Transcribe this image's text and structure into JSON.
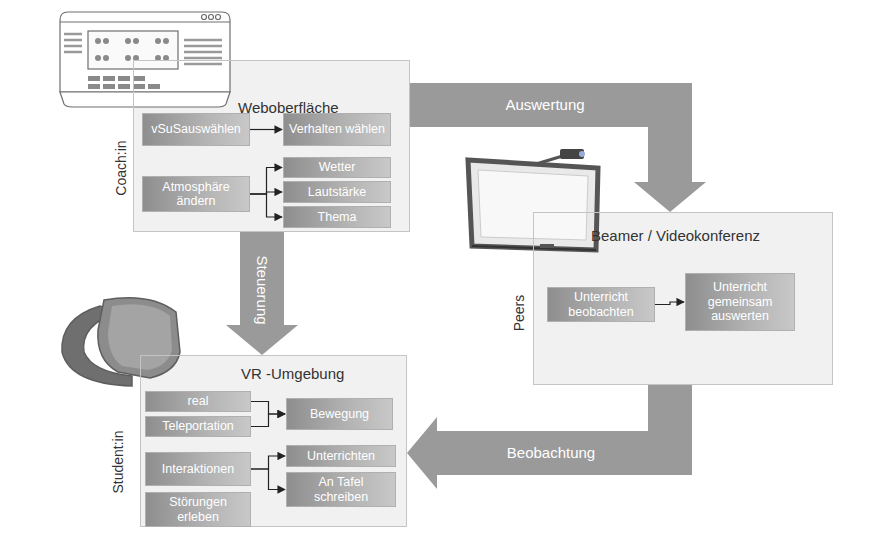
{
  "diagram": {
    "nodes": [
      {
        "text": [
          "Weboberfläche",
          "Coach:in"
        ]
      },
      {
        "text": [
          "vSuSauswählen"
        ],
        "in": 0
      },
      {
        "text": [
          "Verhalten wählen"
        ],
        "in": 0
      },
      {
        "text": [
          "Atmosphäre ändern"
        ],
        "in": 0
      },
      {
        "text": [
          "Wetter"
        ],
        "in": 0
      },
      {
        "text": [
          "Lautstärke"
        ],
        "in": 0
      },
      {
        "text": [
          "Thema"
        ],
        "in": 0
      },
      {
        "text": [
          "Beamer / Videokonferenz",
          "Peers"
        ]
      },
      {
        "text": [
          "Unterricht beobachten"
        ],
        "in": 7
      },
      {
        "text": [
          "Unterricht gemeinsam auswerten"
        ],
        "in": 7
      },
      {
        "text": [
          "VR -Umgebung",
          "Student:in"
        ]
      },
      {
        "text": [
          "real"
        ],
        "in": 10
      },
      {
        "text": [
          "Teleportation"
        ],
        "in": 10
      },
      {
        "text": [
          "Bewegung"
        ],
        "in": 10
      },
      {
        "text": [
          "Interaktionen"
        ],
        "in": 10
      },
      {
        "text": [
          "Unterrichten"
        ],
        "in": 10
      },
      {
        "text": [
          "An Tafel schreiben"
        ],
        "in": 10
      },
      {
        "text": [
          "Störungen erleben"
        ],
        "in": 10
      }
    ],
    "edges": [
      {
        "from": 1,
        "to": 2,
        "arrow": "to"
      },
      {
        "from": 3,
        "to": 4,
        "arrow": "to"
      },
      {
        "from": 3,
        "to": 5,
        "arrow": "to"
      },
      {
        "from": 3,
        "to": 6,
        "arrow": "to"
      },
      {
        "from": 8,
        "to": 9,
        "arrow": "to"
      },
      {
        "from": 11,
        "to": 13,
        "arrow": "to"
      },
      {
        "from": 12,
        "to": 13,
        "arrow": "to"
      },
      {
        "from": 14,
        "to": 15,
        "arrow": "to"
      },
      {
        "from": 14,
        "to": 16,
        "arrow": "to"
      },
      {
        "from": 0,
        "to": 7,
        "label": "Auswertung",
        "arrow": "to"
      },
      {
        "from": 0,
        "to": 10,
        "label": "Steuerung",
        "arrow": "to"
      },
      {
        "from": 7,
        "to": 10,
        "label": "Beobachtung",
        "arrow": "to"
      }
    ]
  }
}
